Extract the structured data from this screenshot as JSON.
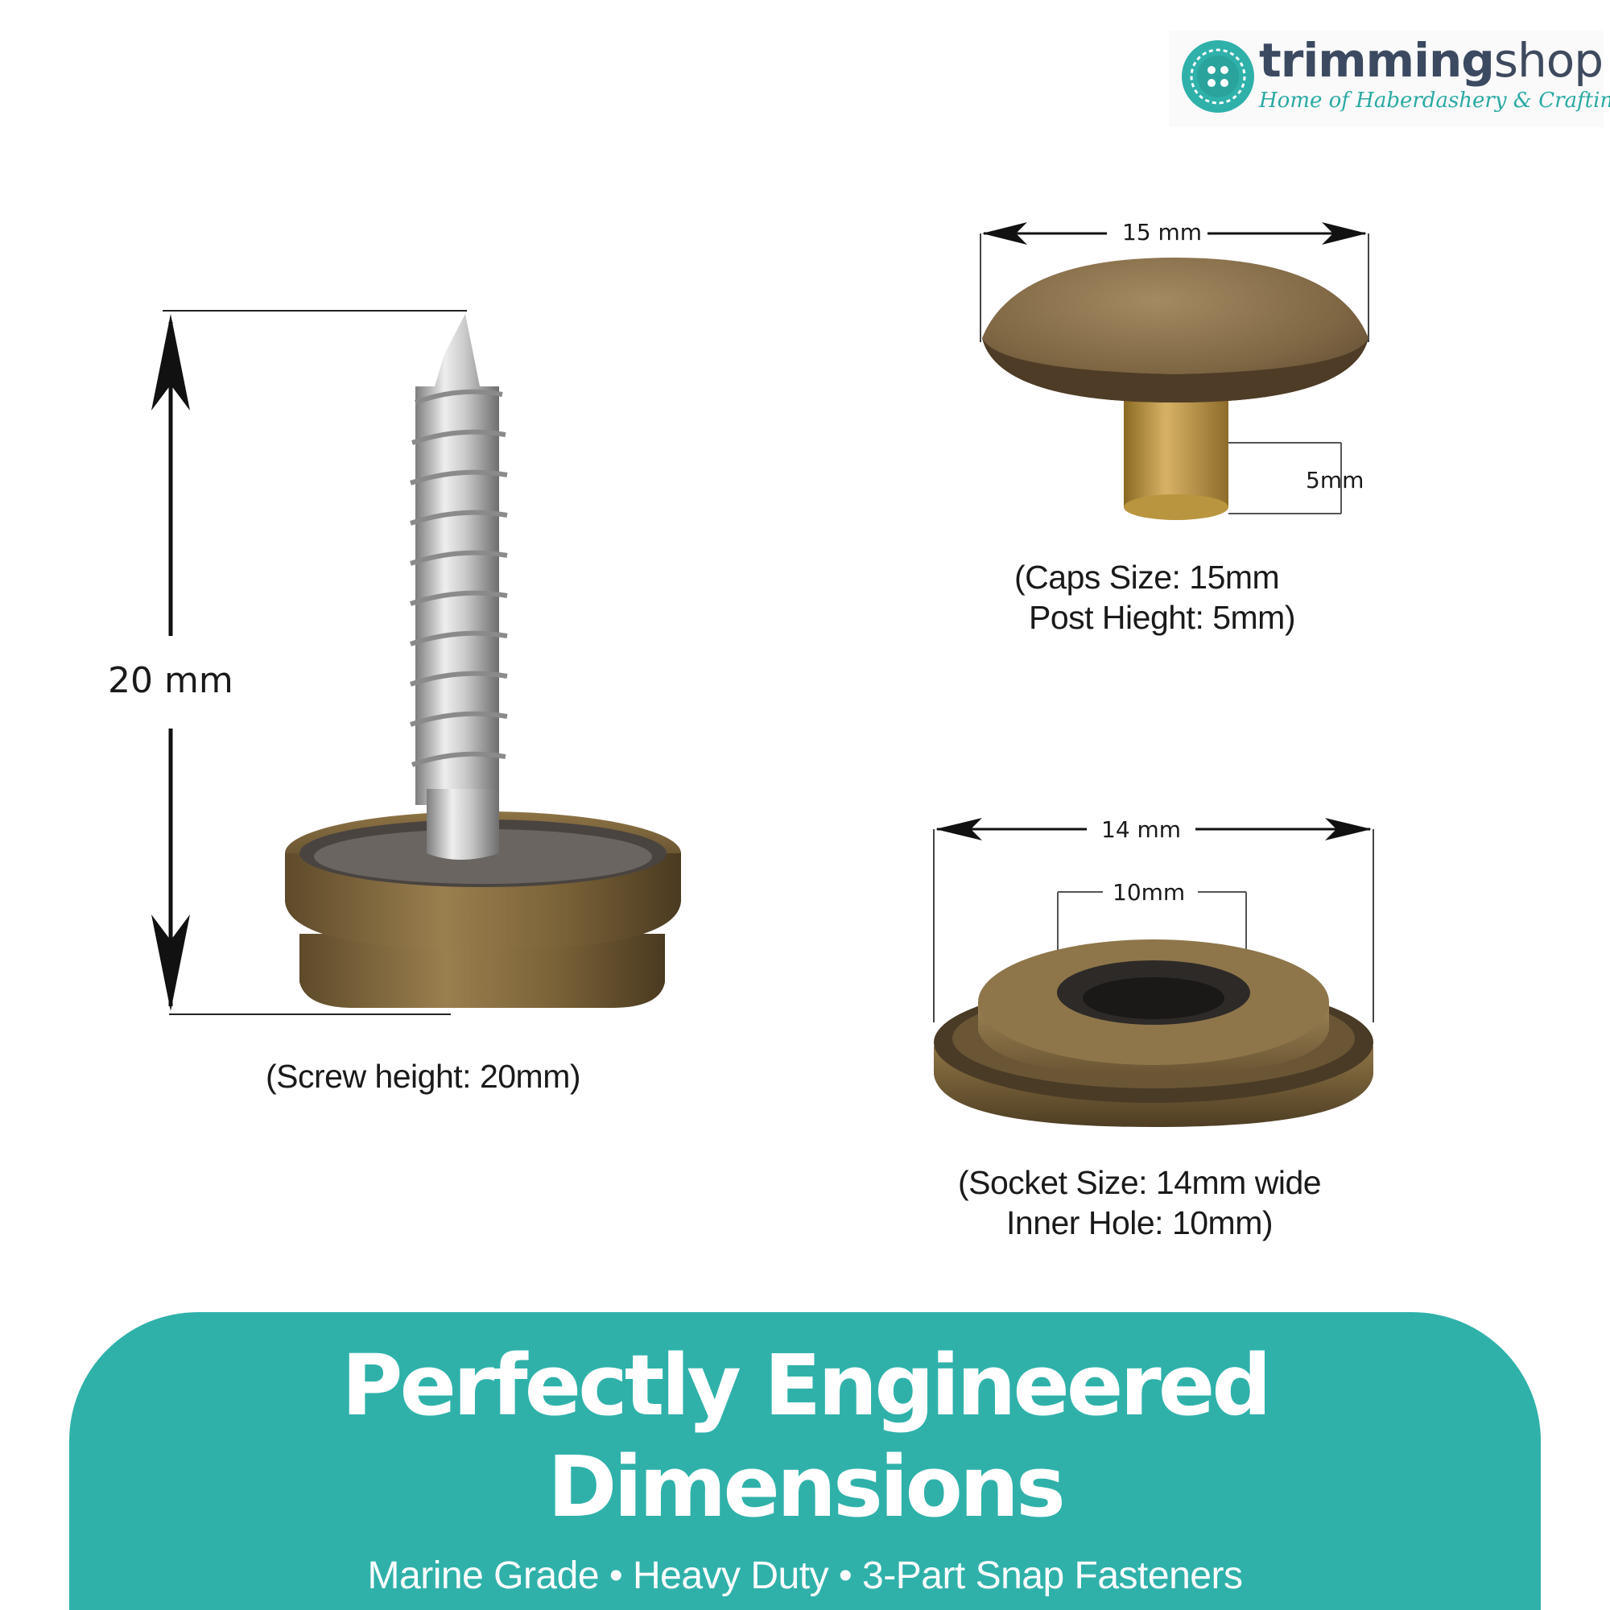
{
  "brand": {
    "name_bold": "trimming",
    "name_light": "shop",
    "tagline": "Home of Haberdashery & Crafting",
    "accent_color": "#2fb1aa",
    "icon": "button-icon"
  },
  "screw": {
    "dimension_label": "20 mm",
    "caption": "(Screw height: 20mm)"
  },
  "cap": {
    "width_label": "15 mm",
    "post_label": "5mm",
    "caption_line1": "(Caps Size: 15mm",
    "caption_line2": "Post Hieght: 5mm)"
  },
  "socket": {
    "width_label": "14 mm",
    "hole_label": "10mm",
    "caption_line1": "(Socket Size: 14mm wide",
    "caption_line2": "Inner Hole: 10mm)"
  },
  "banner": {
    "headline_line1": "Perfectly Engineered",
    "headline_line2": "Dimensions",
    "subline": "Marine Grade • Heavy Duty • 3-Part Snap Fasteners"
  }
}
